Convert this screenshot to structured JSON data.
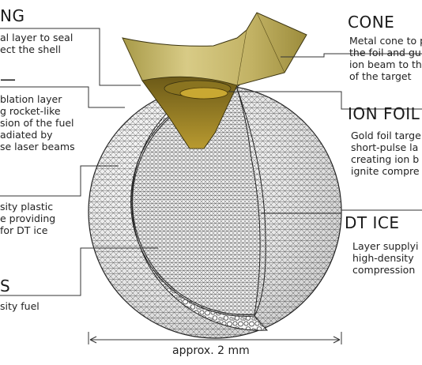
{
  "labels": {
    "seal_heading": "NG",
    "seal_desc": "al layer to seal\nect the shell",
    "ablator_heading": "—",
    "ablator_desc": "blation layer\ng rocket-like\nsion of the fuel\nadiated by\nse laser beams",
    "foam_desc": "sity plastic\ne providing\nfor DT ice",
    "gas_heading": "S",
    "gas_desc": "sity fuel",
    "cone_heading": "CONE",
    "cone_desc": "Metal cone to p\nthe foil and gu\nion beam to th\nof the target",
    "foil_heading": "ION FOIL",
    "foil_desc": "Gold foil targe\nshort-pulse la\ncreating ion b\nignite compre",
    "ice_heading": "DT ICE",
    "ice_desc": "Layer supplyi\nhigh-density\ncompression"
  },
  "dimension": {
    "label": "approx. 2 mm"
  },
  "colors": {
    "cone_gold": "#c8b86a",
    "foil_gold": "#b8962a",
    "mesh_line": "#555555",
    "leader": "#333333"
  }
}
